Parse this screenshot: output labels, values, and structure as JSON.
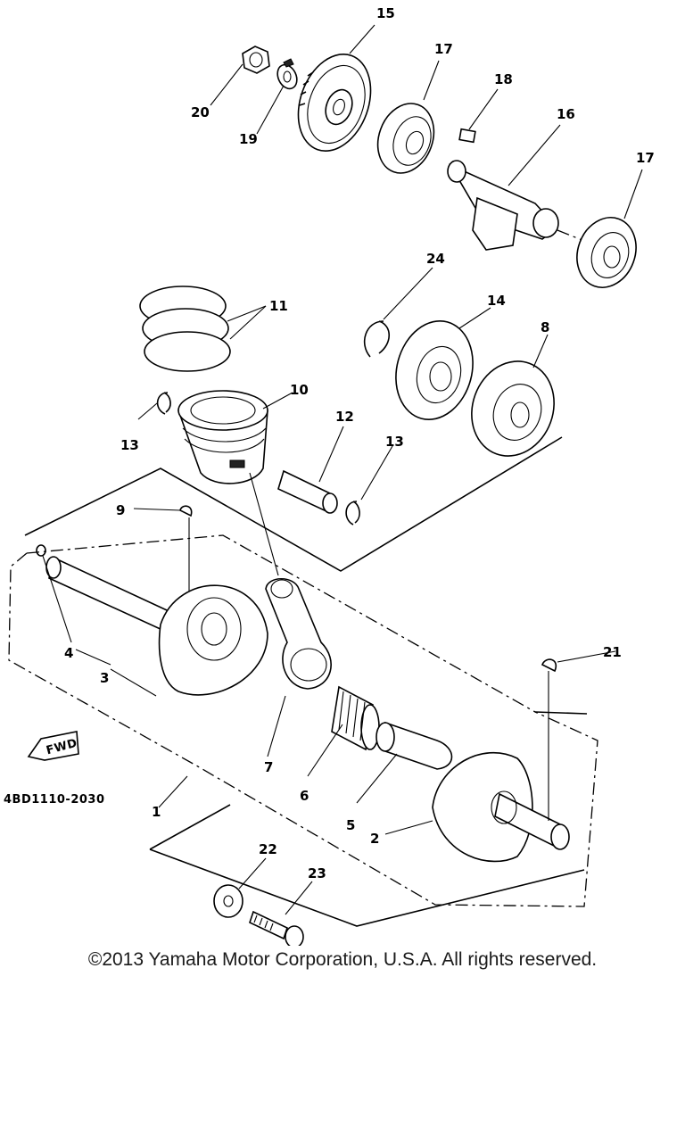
{
  "diagram": {
    "callouts": [
      "1",
      "2",
      "3",
      "4",
      "5",
      "6",
      "7",
      "8",
      "9",
      "10",
      "11",
      "12",
      "13",
      "13",
      "14",
      "15",
      "16",
      "17",
      "17",
      "18",
      "19",
      "20",
      "21",
      "22",
      "23",
      "24"
    ],
    "part_code": "4BD1110-2030",
    "fwd_label": "FWD"
  },
  "footer": {
    "copyright": "©2013 Yamaha Motor Corporation, U.S.A. All rights reserved."
  }
}
